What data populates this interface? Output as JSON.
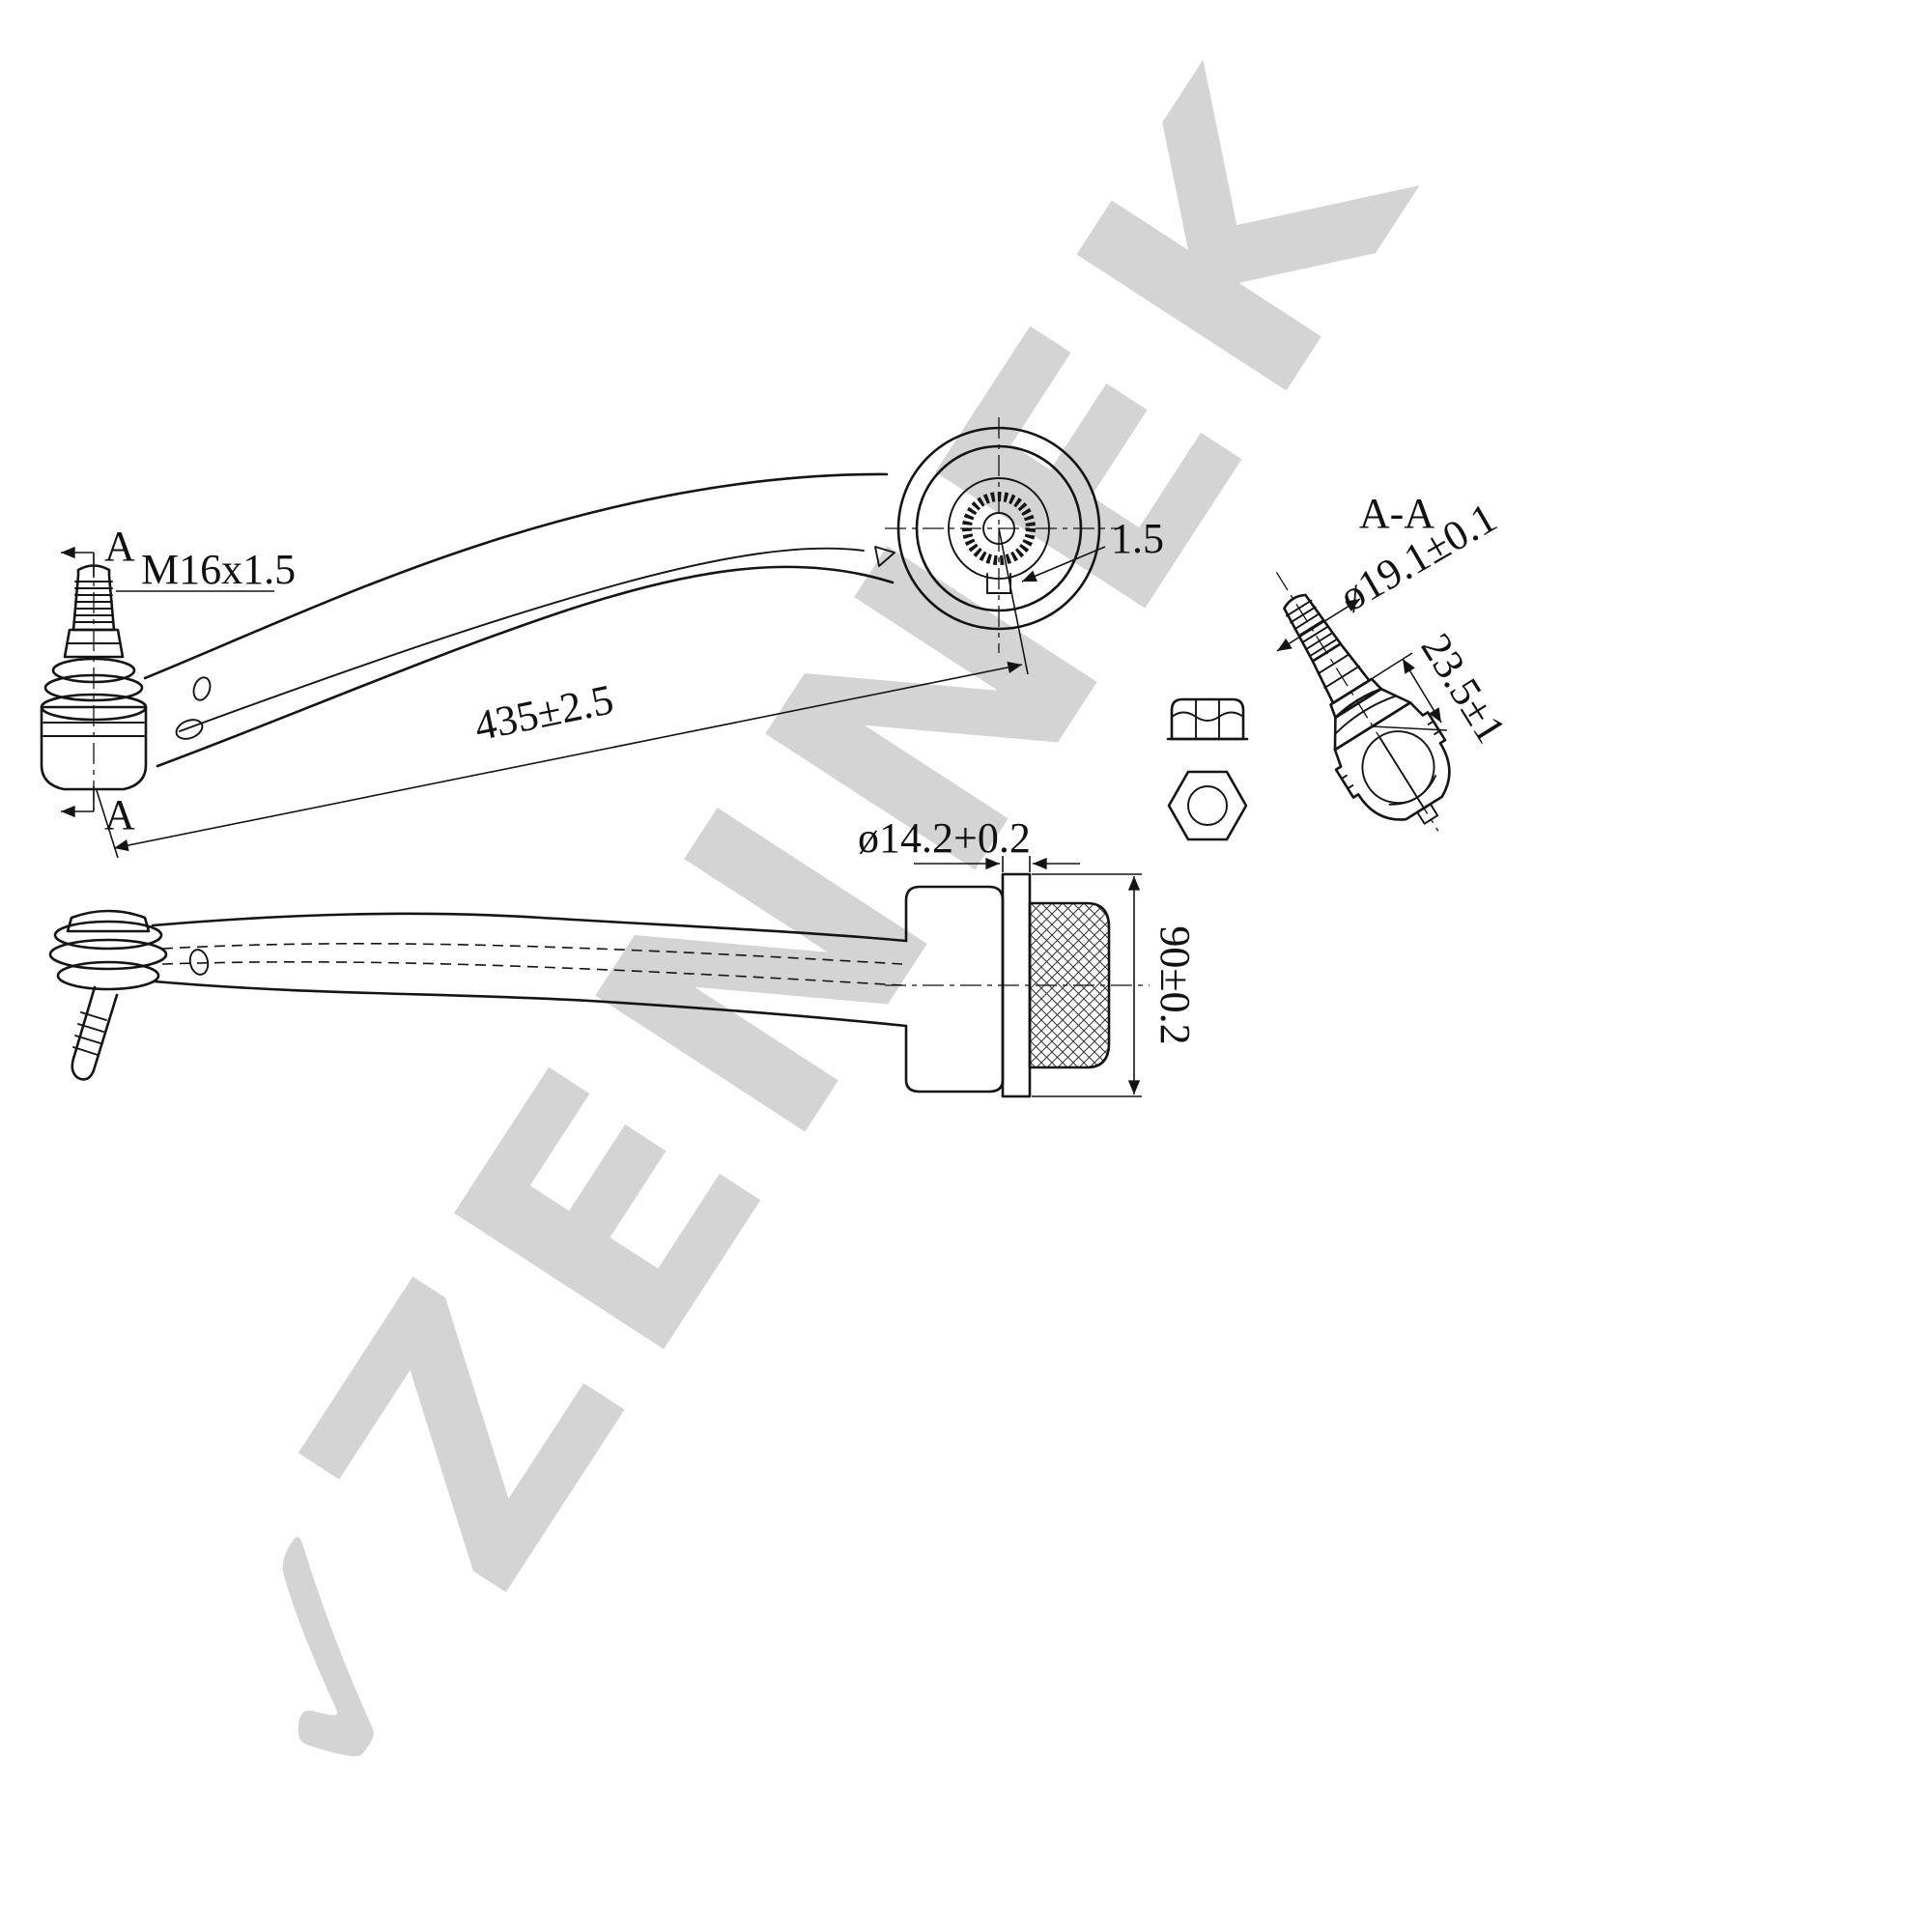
{
  "drawing": {
    "line_color": "#141414",
    "watermark": {
      "symbol": "✓",
      "text": "ZENNEK",
      "color": "#d4d4d4"
    },
    "views": {
      "top_view": {
        "section_label_top": "A",
        "section_label_bottom": "A",
        "thread_spec": "M16x1.5",
        "overall_length": "435±2.5",
        "slot_width": "1.5"
      },
      "section_view": {
        "title": "A-A",
        "ball_pin_diameter": "ø19.1±0.1",
        "cone_length": "23.5±1"
      },
      "side_view": {
        "bushing_pin_diameter": "ø14.2+0.2",
        "bushing_length": "90±0.2"
      }
    }
  }
}
